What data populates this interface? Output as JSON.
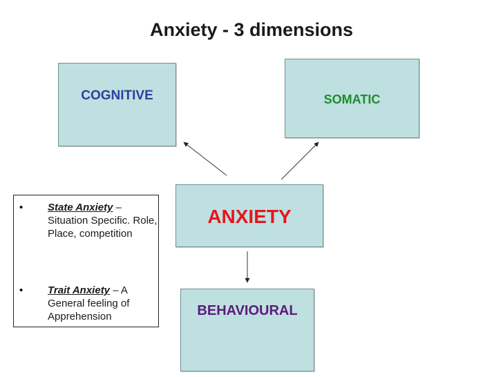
{
  "title": "Anxiety - 3 dimensions",
  "boxes": {
    "cognitive": {
      "label": "COGNITIVE",
      "color": "#2b3f9e"
    },
    "somatic": {
      "label": "SOMATIC",
      "color": "#1e8c2a"
    },
    "anxiety": {
      "label": "ANXIETY",
      "color": "#e8141c"
    },
    "behavioural": {
      "label": "BEHAVIOURAL",
      "color": "#5c1a7a"
    }
  },
  "box_fill": "#bfe0e0",
  "notes": [
    {
      "bullet": "•",
      "term": "State Anxiety",
      "text": " – Situation Specific. Role, Place, competition"
    },
    {
      "bullet": "•",
      "term": "Trait Anxiety",
      "text": " – A General feeling of Apprehension"
    }
  ]
}
